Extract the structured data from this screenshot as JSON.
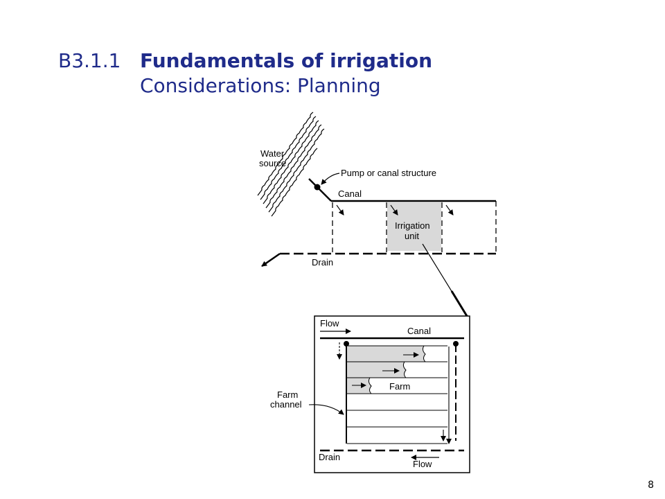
{
  "slide": {
    "number_label": "B3.1.1",
    "title_bold": "Fundamentals of irrigation",
    "subtitle": "Considerations: Planning",
    "page_number": "8"
  },
  "diagram": {
    "labels": {
      "water_source_1": "Water",
      "water_source_2": "source",
      "pump": "Pump or canal structure",
      "canal_top": "Canal",
      "irrigation_unit_1": "Irrigation",
      "irrigation_unit_2": "unit",
      "drain_top": "Drain",
      "flow_top": "Flow",
      "canal_detail": "Canal",
      "farm": "Farm",
      "farm_channel_1": "Farm",
      "farm_channel_2": "channel",
      "drain_detail": "Drain",
      "flow_bottom": "Flow"
    },
    "colors": {
      "title": "#1f2b8a",
      "shaded_area": "#d9d9d9",
      "line": "#000000"
    }
  }
}
